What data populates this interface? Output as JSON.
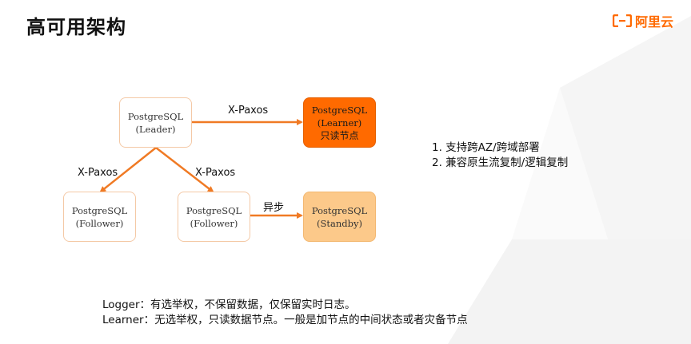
{
  "title": "高可用架构",
  "logo": {
    "text": "阿里云",
    "icon": "aliyun-logo-icon"
  },
  "colors": {
    "accent": "#ff6a00",
    "learner_fill": "#ff6a00",
    "standby_fill": "#fcc98a",
    "node_border": "#f4c9a6",
    "edge": "#f07a24"
  },
  "diagram": {
    "nodes": {
      "leader": {
        "name": "PostgreSQL",
        "role": "(Leader)"
      },
      "learner": {
        "name": "PostgreSQL",
        "role": "(Learner)",
        "extra": "只读节点"
      },
      "follower1": {
        "name": "PostgreSQL",
        "role": "(Follower)"
      },
      "follower2": {
        "name": "PostgreSQL",
        "role": "(Follower)"
      },
      "standby": {
        "name": "PostgreSQL",
        "role": "(Standby)"
      }
    },
    "edges": {
      "leader_learner": "X-Paxos",
      "leader_follower1": "X-Paxos",
      "leader_follower2": "X-Paxos",
      "follower2_standby": "异步"
    }
  },
  "features": [
    "1.  支持跨AZ/跨域部署",
    "2.  兼容原生流复制/逻辑复制"
  ],
  "notes": {
    "logger": "Logger：有选举权，不保留数据，仅保留实时日志。",
    "learner": "Learner：无选举权，只读数据节点。一般是加节点的中间状态或者灾备节点"
  }
}
